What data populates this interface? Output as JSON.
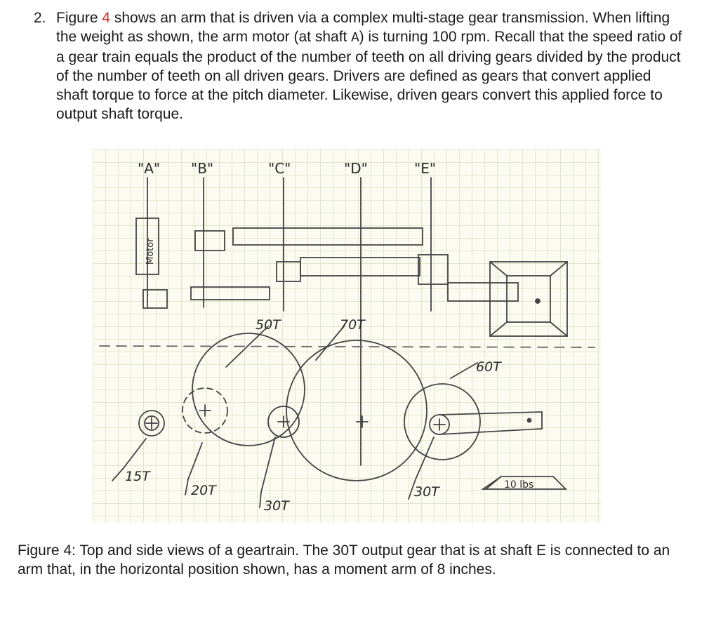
{
  "problem": {
    "number": "2.",
    "text_before_ref": "Figure ",
    "figure_ref": "4",
    "text_before_shaft": " shows an arm that is driven via a complex multi-stage gear transmission. When lifting the weight as shown, the arm motor (at shaft ",
    "shaft_label": "A",
    "text_after_shaft": ") is turning 100 rpm. Recall that the speed ratio of a gear train equals the product of the number of teeth on all driving gears divided by the product of the number of teeth on all driven gears. Drivers are defined as gears that convert applied shaft torque to force at the pitch diameter. Likewise, driven gears convert this applied force to output shaft torque."
  },
  "figure": {
    "shaft_labels": [
      "\"A\"",
      "\"B\"",
      "\"C\"",
      "\"D\"",
      "\"E\""
    ],
    "motor_label": "Motor",
    "gear_labels": {
      "g50": "50T",
      "g70": "70T",
      "g60": "60T",
      "g15": "15T",
      "g20": "20T",
      "g30c": "30T",
      "g30e": "30T"
    },
    "weight_label": "10 lbs"
  },
  "caption": {
    "text": "Figure 4: Top and side views of a geartrain. The 30T output gear that is at shaft E is connected to an arm that, in the horizontal position shown, has a moment arm of 8 inches."
  }
}
